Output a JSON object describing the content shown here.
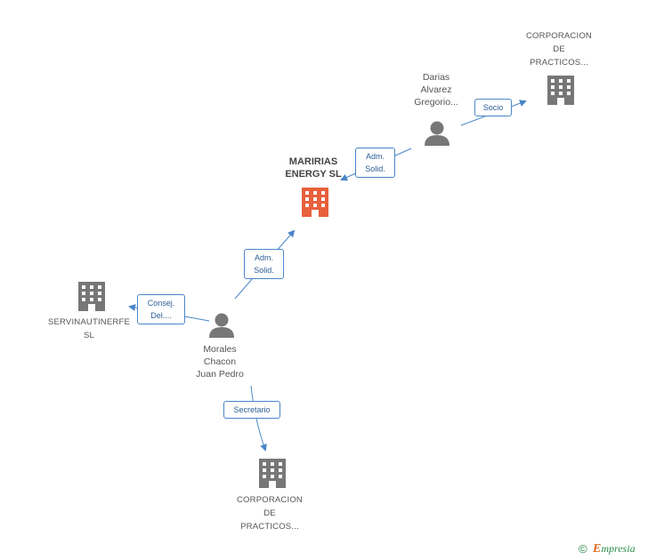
{
  "nodes": {
    "maririas": {
      "lines": [
        "MARIRIAS",
        "ENERGY SL"
      ],
      "color": "#e8603c"
    },
    "darias": {
      "lines": [
        "Darias",
        "Alvarez",
        "Gregorio..."
      ]
    },
    "corp_top": {
      "lines": [
        "CORPORACION",
        "DE",
        "PRACTICOS..."
      ]
    },
    "servinautinerfe": {
      "lines": [
        "SERVINAUTINERFE",
        "SL"
      ]
    },
    "morales": {
      "lines": [
        "Morales",
        "Chacon",
        "Juan Pedro"
      ]
    },
    "corp_bottom": {
      "lines": [
        "CORPORACION",
        "DE",
        "PRACTICOS..."
      ]
    }
  },
  "edges": {
    "socio": {
      "lines": [
        "Socio"
      ]
    },
    "adm_top": {
      "lines": [
        "Adm.",
        "Solid."
      ]
    },
    "adm_mid": {
      "lines": [
        "Adm.",
        "Solid."
      ]
    },
    "consej": {
      "lines": [
        "Consej.",
        "Del...."
      ]
    },
    "secretario": {
      "lines": [
        "Secretario"
      ]
    }
  },
  "colors": {
    "edge": "#4a86c8",
    "company": "#777777",
    "person": "#777777",
    "main_company": "#e8603c"
  },
  "footer": {
    "copyright": "©",
    "brand_initial": "E",
    "brand_rest": "mpresia"
  }
}
